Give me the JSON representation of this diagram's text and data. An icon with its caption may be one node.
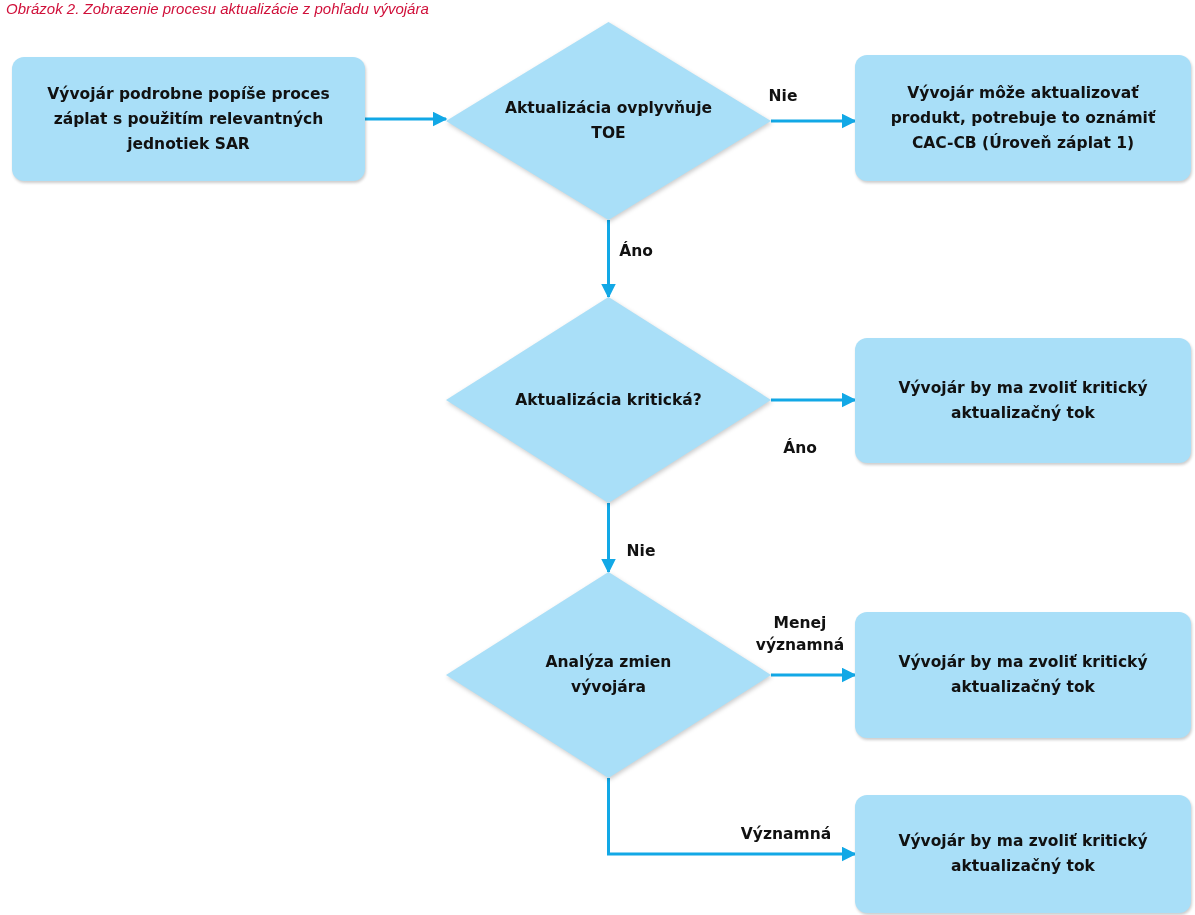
{
  "diagram": {
    "title": "Obrázok 2. Zobrazenie procesu aktualizácie z pohľadu vývojára",
    "nodes": [
      {
        "text": [
          "Vývojár podrobne popíše proces záplat s použitím relevantných jednotiek SAR"
        ]
      },
      {
        "text": [
          "Aktualizácia ovplyvňuje TOE"
        ]
      },
      {
        "text": [
          "Vývojár môže aktualizovať produkt, potrebuje to oznámiť CAC-CB (Úroveň záplat 1)"
        ]
      },
      {
        "text": [
          "Aktualizácia kritická?"
        ]
      },
      {
        "text": [
          "Vývojár by ma zvoliť kritický aktualizačný tok"
        ]
      },
      {
        "text": [
          "Analýza zmien vývojára"
        ]
      },
      {
        "text": [
          "Vývojár by ma zvoliť kritický aktualizačný tok"
        ]
      },
      {
        "text": [
          "Vývojár by ma zvoliť kritický aktualizačný tok"
        ]
      }
    ],
    "edges": [
      {
        "from": 0,
        "to": 1,
        "arrow": "to"
      },
      {
        "from": 1,
        "to": 2,
        "arrow": "to",
        "label": "Nie"
      },
      {
        "from": 1,
        "to": 3,
        "arrow": "to",
        "label": "Áno"
      },
      {
        "from": 3,
        "to": 4,
        "arrow": "to",
        "label": "Áno"
      },
      {
        "from": 3,
        "to": 5,
        "arrow": "to",
        "label": "Nie"
      },
      {
        "from": 5,
        "to": 6,
        "arrow": "to",
        "label": "Menej významná"
      },
      {
        "from": 5,
        "to": 7,
        "arrow": "to",
        "label": "Významná"
      }
    ]
  }
}
